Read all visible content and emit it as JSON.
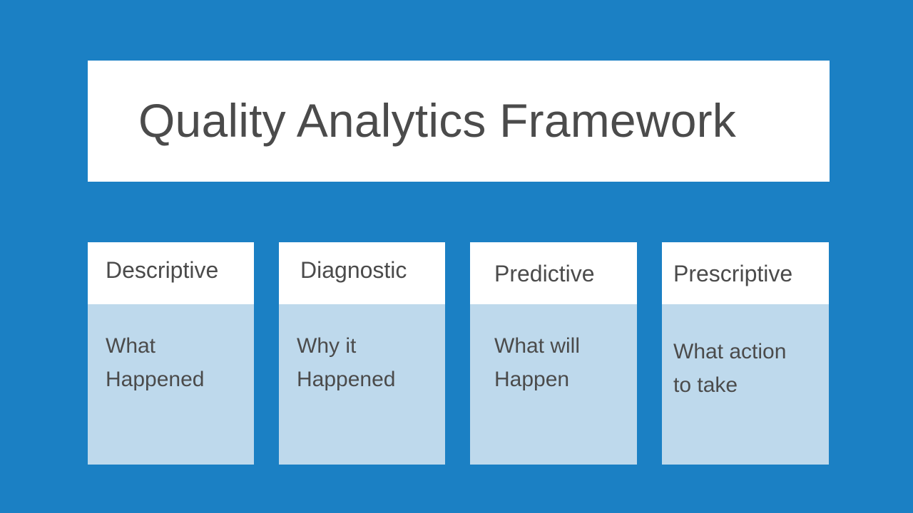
{
  "slide": {
    "background_color": "#1b80c4",
    "panel_color": "#ffffff",
    "card_body_color": "#bed9ec",
    "text_color": "#4b4b4b"
  },
  "title": {
    "text": "Quality Analytics Framework"
  },
  "cards": [
    {
      "title": "Descriptive",
      "body": "What\nHappened"
    },
    {
      "title": "Diagnostic",
      "body": "Why it\nHappened"
    },
    {
      "title": "Predictive",
      "body": "What will\nHappen"
    },
    {
      "title": "Prescriptive",
      "body": "What action\nto take"
    }
  ]
}
